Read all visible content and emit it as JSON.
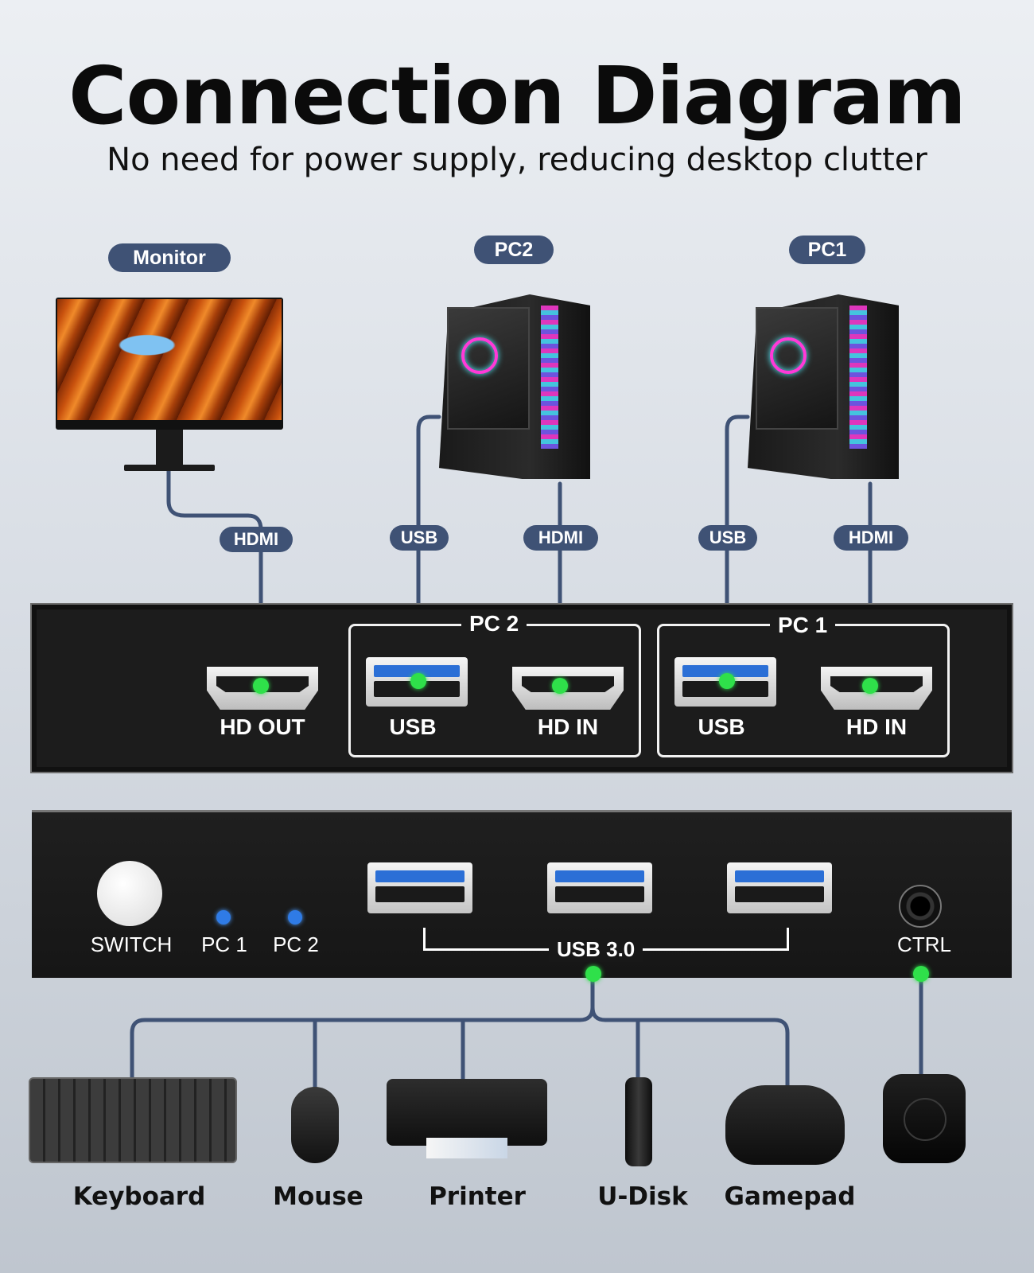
{
  "title": "Connection Diagram",
  "subtitle": "No need for power supply, reducing desktop clutter",
  "devices_top": {
    "monitor": "Monitor",
    "pc2": "PC2",
    "pc1": "PC1"
  },
  "cable_labels": {
    "monitor_hdmi": "HDMI",
    "pc2_usb": "USB",
    "pc2_hdmi": "HDMI",
    "pc1_usb": "USB",
    "pc1_hdmi": "HDMI"
  },
  "rear_panel": {
    "pc2_group": "PC 2",
    "pc1_group": "PC 1",
    "hd_out": "HD OUT",
    "pc2_usb": "USB",
    "pc2_hd_in": "HD IN",
    "pc1_usb": "USB",
    "pc1_hd_in": "HD IN"
  },
  "front_panel": {
    "switch": "SWITCH",
    "led_pc1": "PC 1",
    "led_pc2": "PC 2",
    "usb30": "USB 3.0",
    "ctrl": "CTRL"
  },
  "peripherals": {
    "keyboard": "Keyboard",
    "mouse": "Mouse",
    "printer": "Printer",
    "udisk": "U-Disk",
    "gamepad": "Gamepad"
  },
  "colors": {
    "pill": "#3f5275",
    "cable": "#3f5275",
    "connect_dot": "#2fe04a",
    "led": "#2f7be6",
    "usb_blue": "#2b6fd6"
  }
}
